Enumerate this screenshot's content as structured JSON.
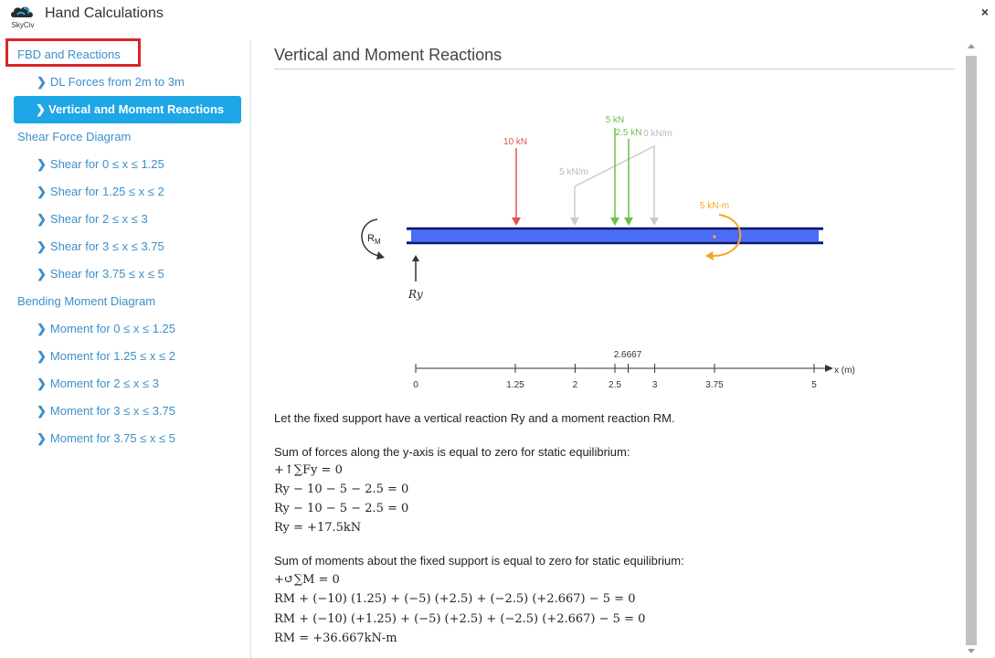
{
  "app": {
    "title": "Hand Calculations",
    "logo_text": "SkyCiv",
    "close": "×"
  },
  "sidebar": {
    "sections": [
      {
        "label": "FBD and Reactions"
      },
      {
        "label": "Shear Force Diagram"
      },
      {
        "label": "Bending Moment Diagram"
      }
    ],
    "fbd_items": [
      "DL Forces from 2m to 3m",
      "Vertical and Moment Reactions"
    ],
    "shear_items": [
      "Shear for 0 ≤ x ≤ 1.25",
      "Shear for 1.25 ≤ x ≤ 2",
      "Shear for 2 ≤ x ≤ 3",
      "Shear for 3 ≤ x ≤ 3.75",
      "Shear for 3.75 ≤ x ≤ 5"
    ],
    "moment_items": [
      "Moment for 0 ≤ x ≤ 1.25",
      "Moment for 1.25 ≤ x ≤ 2",
      "Moment for 2 ≤ x ≤ 3",
      "Moment for 3 ≤ x ≤ 3.75",
      "Moment for 3.75 ≤ x ≤ 5"
    ],
    "chevron": "❯"
  },
  "main": {
    "title": "Vertical and Moment Reactions"
  },
  "diagram": {
    "load_10kn": "10 kN",
    "load_5kn": "5 kN",
    "load_2_5kn": "2.5 kN",
    "dl_left": "5 kN/m",
    "dl_right": "0 kN/m",
    "moment_5knm": "5 kN-m",
    "rm_label": "R",
    "rm_sub": "M",
    "ry_label": "Ry",
    "axis_ticks": [
      "0",
      "1.25",
      "2",
      "2.5",
      "3",
      "3.75",
      "5"
    ],
    "axis_extra": "2.6667",
    "axis_unit": "x (m)"
  },
  "text": {
    "intro": "Let the fixed support have a vertical reaction Ry and a moment reaction RM.",
    "forces_header": "Sum of forces along the y-axis is equal to zero for static equilibrium:",
    "f1": "+↑∑Fy = 0",
    "f2": "Ry − 10 − 5 − 2.5 = 0",
    "f3": "Ry − 10 − 5 − 2.5 = 0",
    "f4": "Ry = +17.5kN",
    "moments_header": "Sum of moments about the fixed support is equal to zero for static equilibrium:",
    "m1": "+↺∑M = 0",
    "m2": "RM + (−10) (1.25) + (−5) (+2.5) + (−2.5) (+2.667) − 5 = 0",
    "m3": "RM + (−10) (+1.25) + (−5) (+2.5) + (−2.5) (+2.667) − 5 = 0",
    "m4": "RM = +36.667kN-m"
  },
  "colors": {
    "accent": "#1ea6e6",
    "link": "#3d8fc9",
    "highlight_box": "#d9252a",
    "beam": "#4a6cf7",
    "red_load": "#e05252",
    "green_load": "#6cc04a",
    "gray_load": "#cccccc",
    "orange_moment": "#f5a623"
  }
}
